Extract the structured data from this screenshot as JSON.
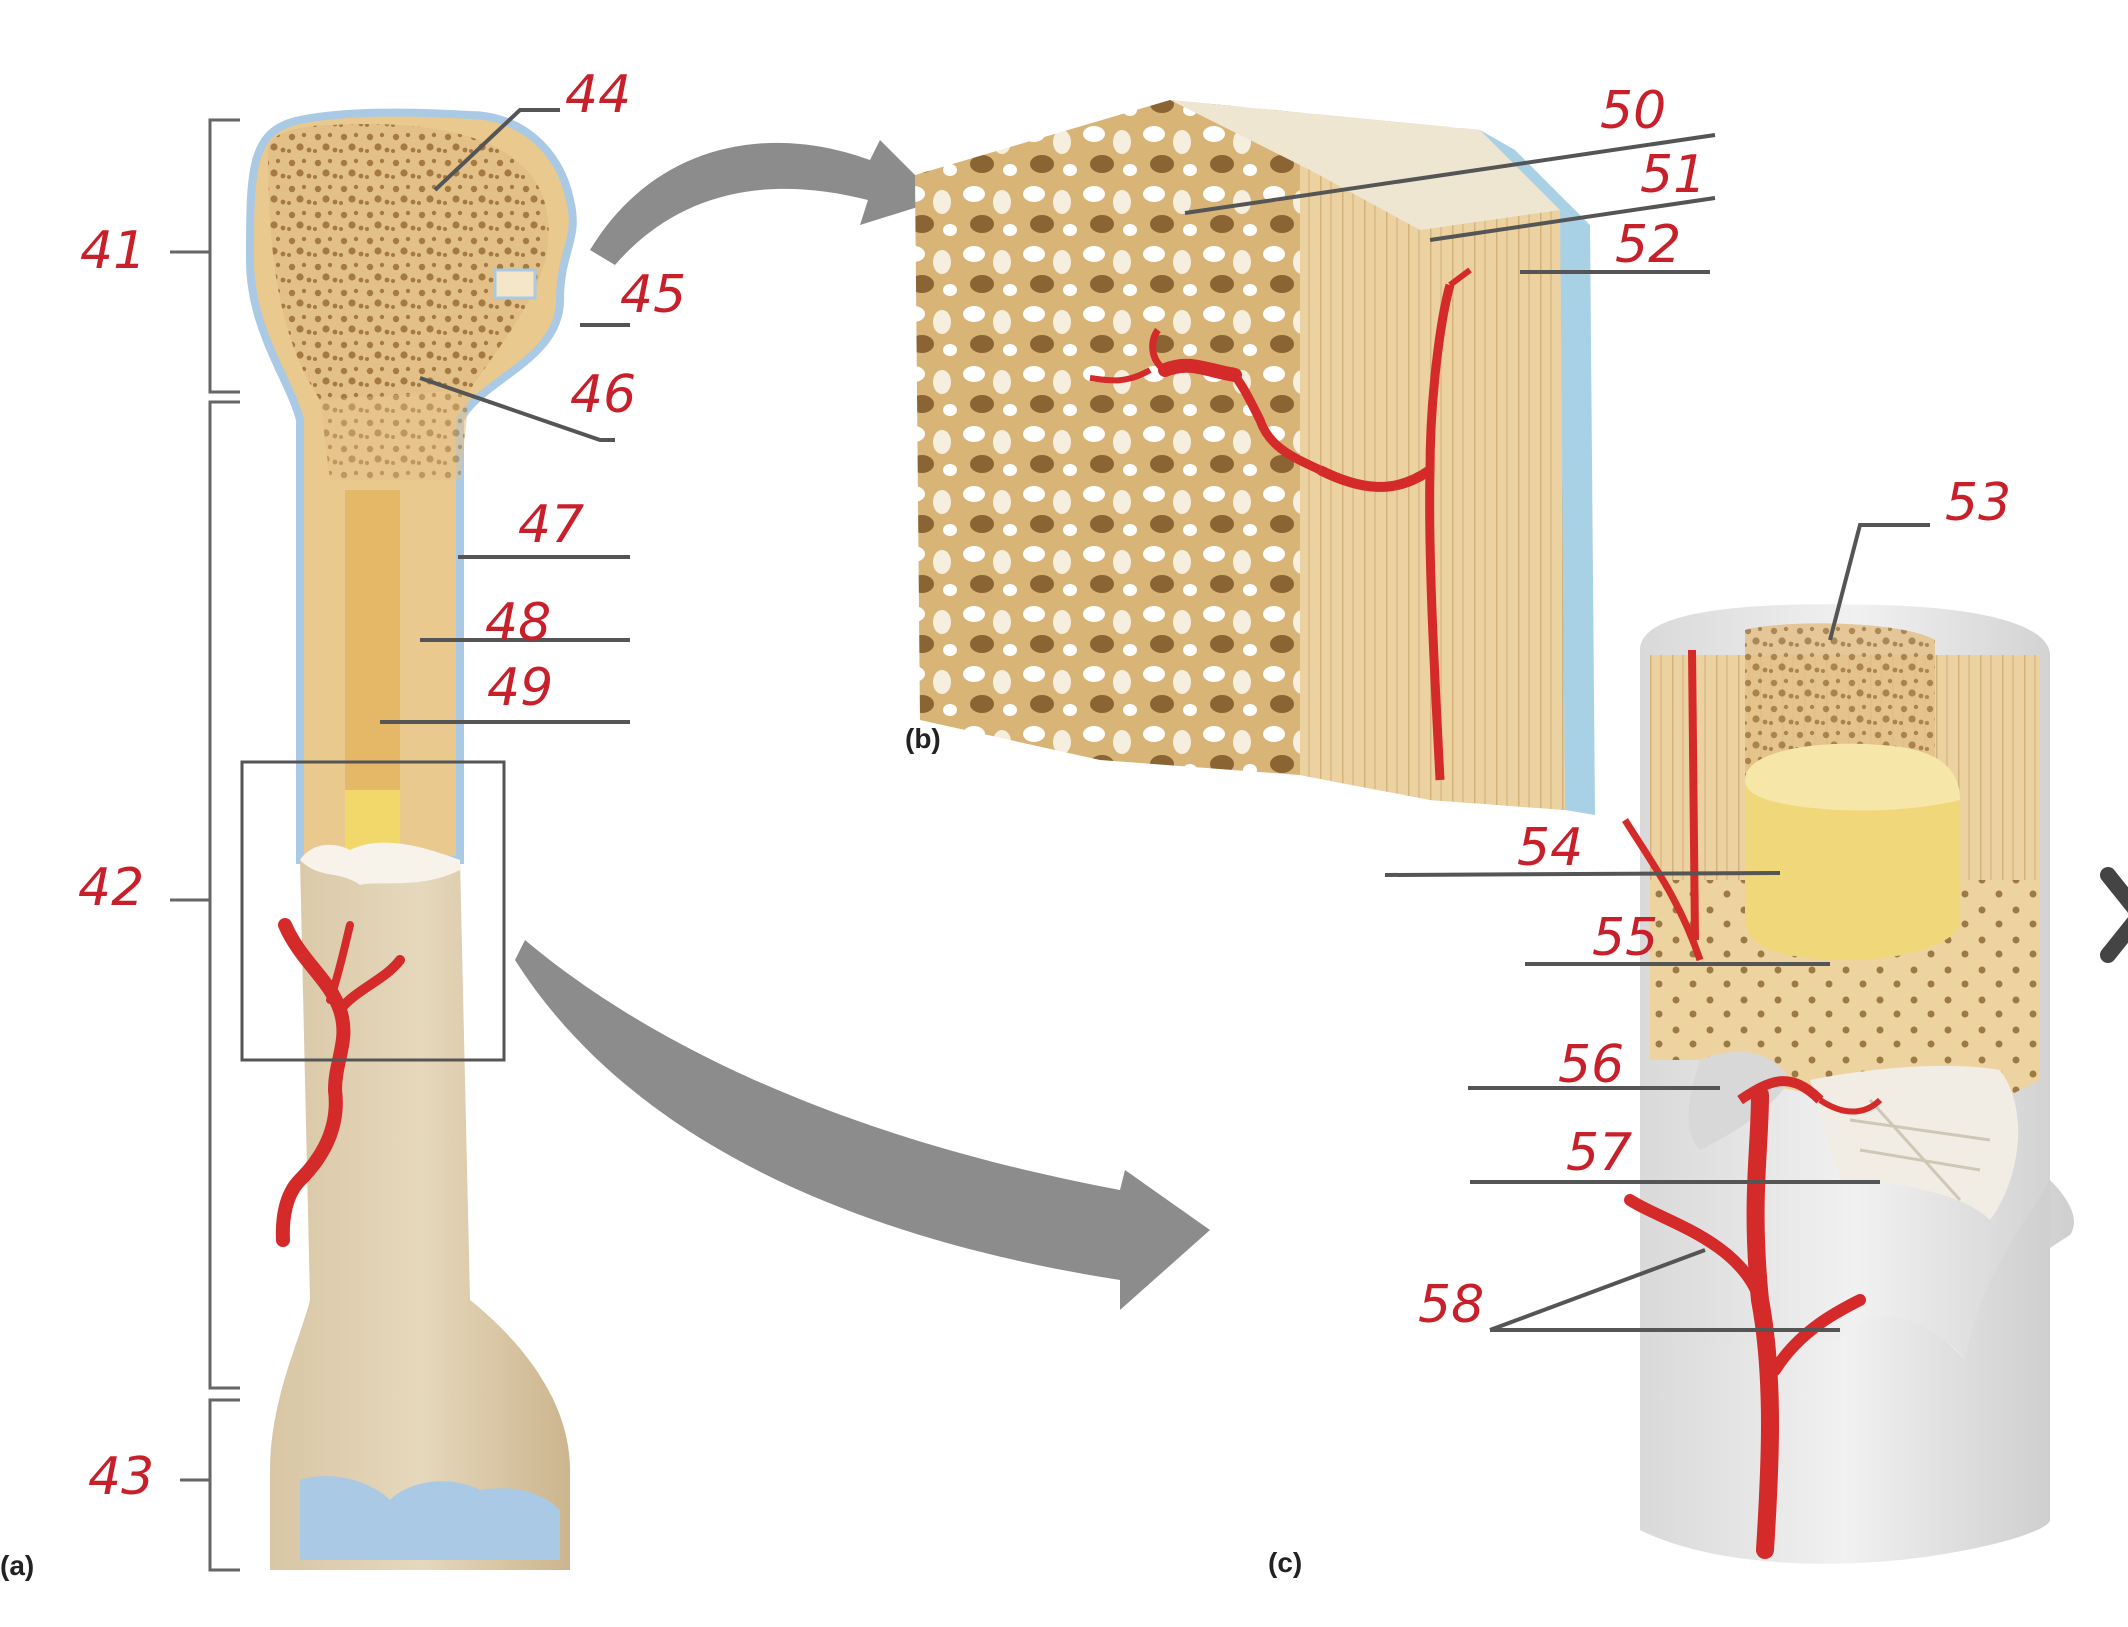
{
  "labels": {
    "l41": "41",
    "l42": "42",
    "l43": "43",
    "l44": "44",
    "l45": "45",
    "l46": "46",
    "l47": "47",
    "l48": "48",
    "l49": "49",
    "l50": "50",
    "l51": "51",
    "l52": "52",
    "l53": "53",
    "l54": "54",
    "l55": "55",
    "l56": "56",
    "l57": "57",
    "l58": "58"
  },
  "panels": {
    "a": "(a)",
    "b": "(b)",
    "c": "(c)"
  },
  "colors": {
    "label_red": "#c8202a",
    "bone_tan": "#e9c98d",
    "cartilage_blue": "#a9c9e4",
    "vessel_red": "#d42a2a",
    "marrow_yellow": "#f2d76a"
  },
  "icons": {
    "next": "chevron-right-icon"
  }
}
